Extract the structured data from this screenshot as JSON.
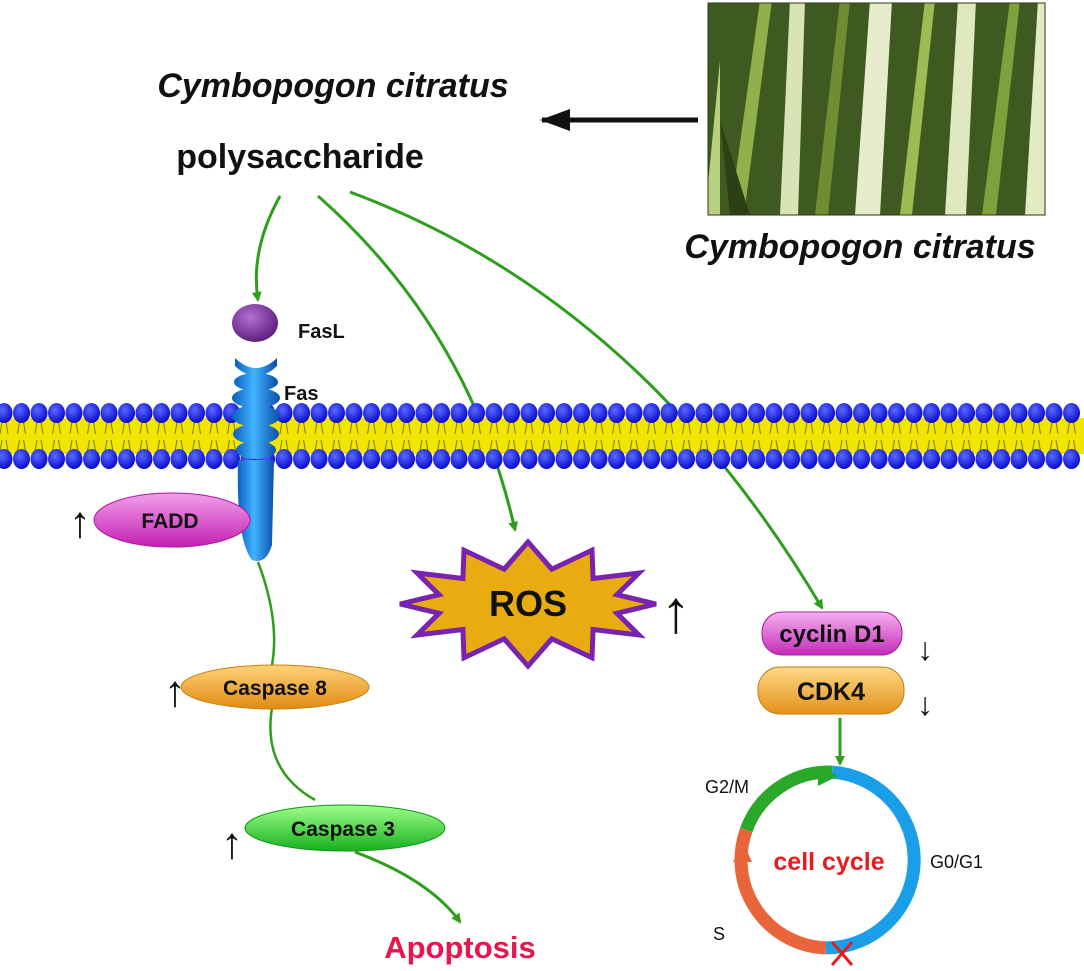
{
  "source": {
    "title_line1": "Cymbopogon citratus",
    "title_line2": "polysaccharide",
    "plant_caption": "Cymbopogon citratus"
  },
  "receptor": {
    "ligand": "FasL",
    "receptor": "Fas",
    "adaptor": "FADD"
  },
  "caspases": {
    "caspase8": "Caspase 8",
    "caspase3": "Caspase 3"
  },
  "outcome": {
    "apoptosis": "Apoptosis"
  },
  "ros": {
    "label": "ROS"
  },
  "cell_cycle": {
    "cyclin": "cyclin D1",
    "cdk": "CDK4",
    "center": "cell cycle",
    "phase_g2m": "G2/M",
    "phase_g0g1": "G0/G1",
    "phase_s": "S"
  },
  "regulation": {
    "up_arrow": "↑",
    "down_arrow": "↓"
  },
  "icons": {
    "plant": "grass-photo",
    "block": "cross-mark-icon"
  },
  "colors": {
    "pathway_arrow": "#2e9e1c",
    "membrane_head": "#1a1ae6",
    "membrane_tail": "#f2e600",
    "fasl": "#7a2a9a",
    "fas": "#1e88e8",
    "fadd": "#d63cc8",
    "caspase8": "#f0a020",
    "caspase3": "#36c83a",
    "ros_fill": "#e8ac10",
    "ros_border": "#7a22b0",
    "cyclin": "#d040c8",
    "cdk": "#f0a020",
    "apoptosis_text": "#e8164a",
    "cycle_green": "#2aa82a",
    "cycle_blue": "#1a9ee8",
    "cycle_orange": "#e8643a",
    "cycle_text": "#e81c1c"
  }
}
